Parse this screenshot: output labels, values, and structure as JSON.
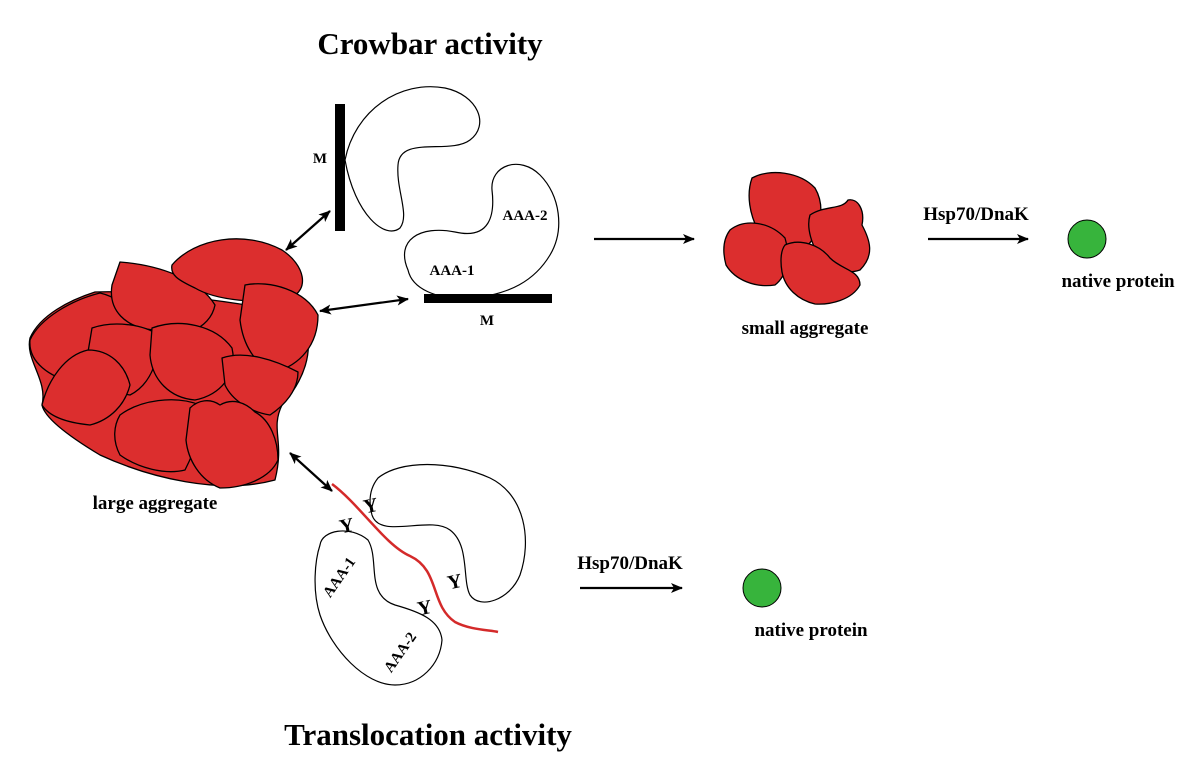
{
  "titles": {
    "crowbar": "Crowbar activity",
    "translocation": "Translocation activity"
  },
  "labels": {
    "large_aggregate": "large aggregate",
    "small_aggregate": "small aggregate",
    "m_top": "M",
    "m_bottom": "M",
    "aaa1_top": "AAA-1",
    "aaa2_top": "AAA-2",
    "aaa1_bottom": "AAA-1",
    "aaa2_bottom": "AAA-2",
    "chaperone_top": "Hsp70/DnaK",
    "chaperone_bottom": "Hsp70/DnaK",
    "native_top": "native protein",
    "native_bottom": "native protein",
    "tyr": "Y"
  },
  "colors": {
    "aggregate": "#dc2e2e",
    "native_protein": "#37b43c",
    "substrate_chain": "#d42a2a"
  }
}
